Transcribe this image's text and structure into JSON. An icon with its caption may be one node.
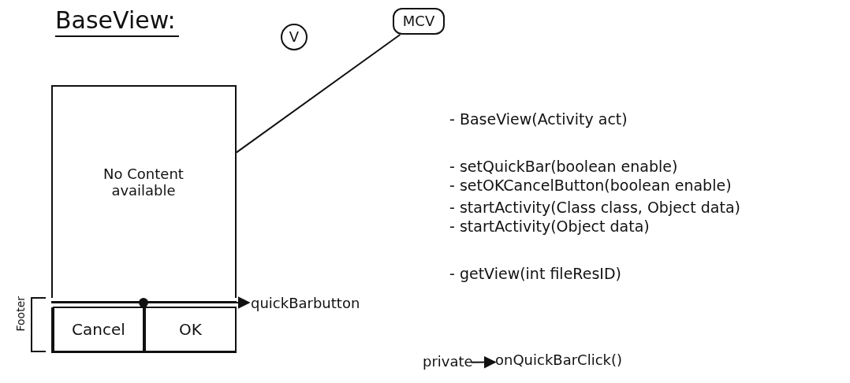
{
  "diagram": {
    "title": "BaseView:",
    "nodes": [
      {
        "text": [
          "No Content available"
        ]
      },
      {
        "text": [
          "V"
        ]
      },
      {
        "text": [
          "MCV"
        ]
      },
      {
        "text": [],
        "shape": "bar",
        "in": 0
      },
      {
        "text": [
          "quickBarbutton"
        ]
      },
      {
        "text": [
          "Cancel"
        ],
        "in": 0
      },
      {
        "text": [
          "OK"
        ],
        "in": 0
      },
      {
        "text": [
          "private"
        ]
      },
      {
        "text": [
          "onQuickBarClick()"
        ]
      }
    ],
    "edges": [
      {
        "from": 0,
        "to": 2,
        "arrow": "none"
      },
      {
        "from": 3,
        "to": 4,
        "arrow": "to"
      },
      {
        "from": 7,
        "to": 8,
        "arrow": "to"
      }
    ],
    "labels": [
      "Footer",
      "- BaseView(Activity act)",
      "- setQuickBar(boolean enable)",
      "- setOKCancelButton(boolean enable)",
      "- startActivity(Class class, Object data)",
      "- startActivity(Object data)",
      "- getView(int fileResID)"
    ]
  }
}
